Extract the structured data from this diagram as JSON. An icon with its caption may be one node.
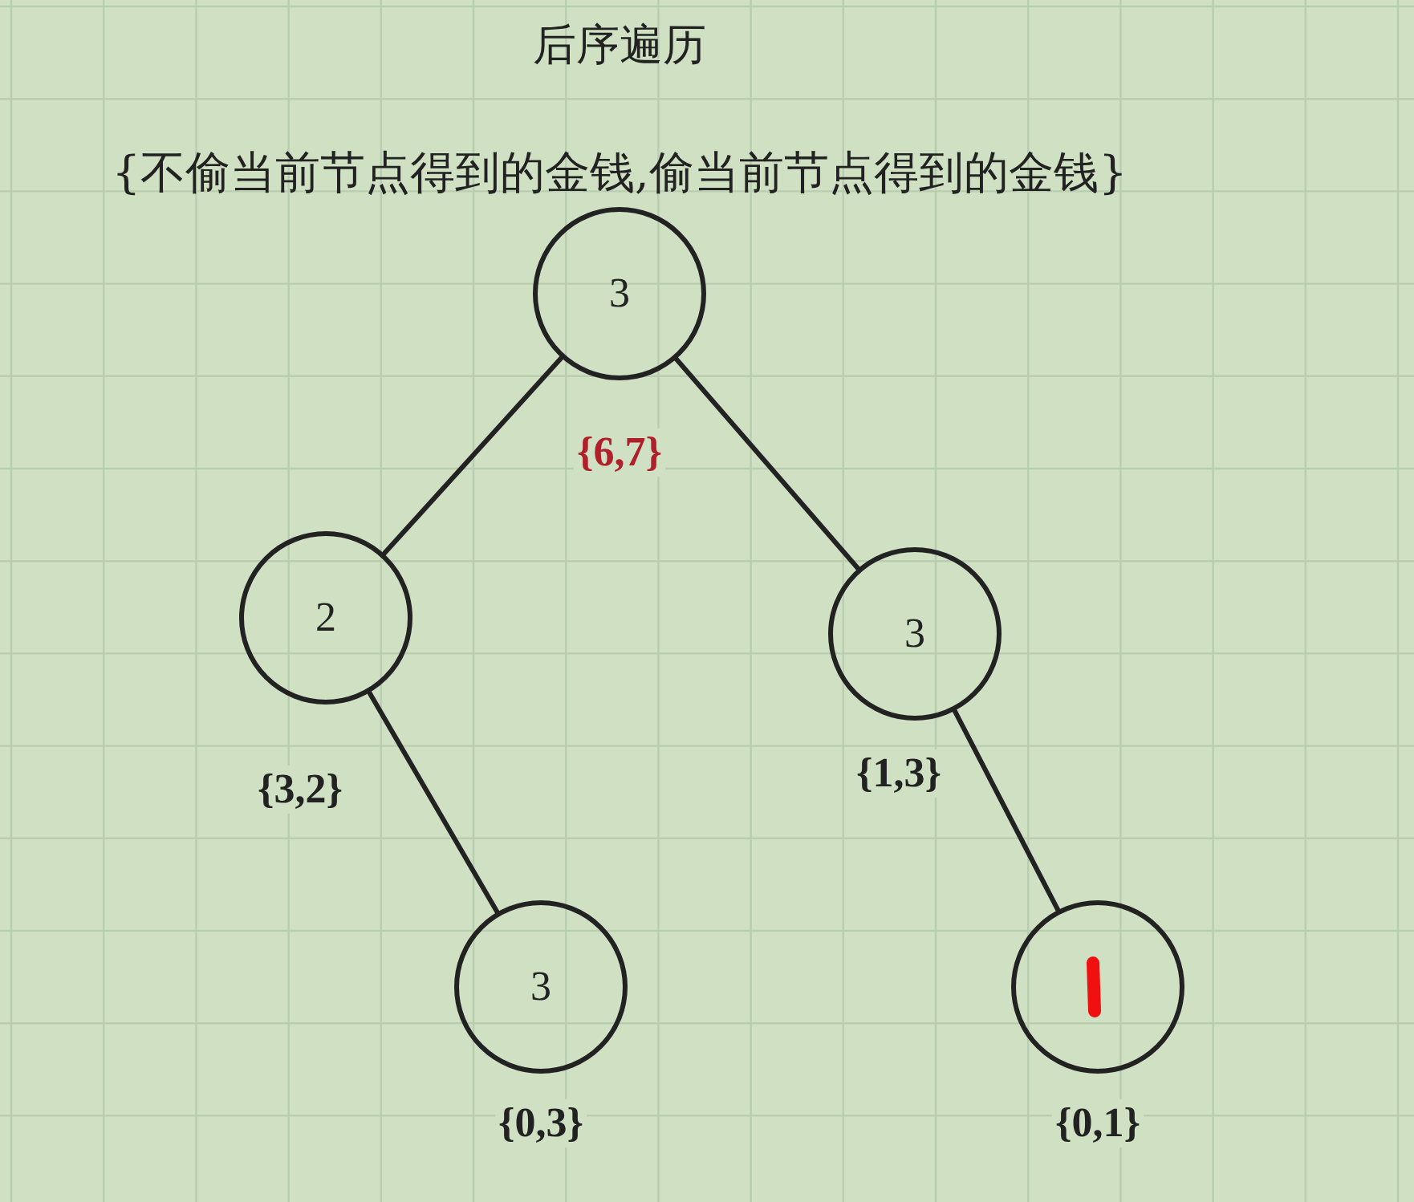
{
  "diagram": {
    "title": "后序遍历",
    "nodes": [
      {
        "text": [
          "3"
        ],
        "beside": [
          "{6,7}"
        ]
      },
      {
        "text": [
          "2"
        ],
        "beside": [
          "{3,2}"
        ]
      },
      {
        "text": [
          "3"
        ],
        "beside": [
          "{1,3}"
        ]
      },
      {
        "text": [
          "3"
        ],
        "beside": [
          "{0,3}"
        ]
      },
      {
        "text": [],
        "shape": "circle",
        "beside": [
          "{0,1}"
        ]
      }
    ],
    "edges": [
      {
        "from": 0,
        "to": 1,
        "arrow": "none"
      },
      {
        "from": 0,
        "to": 2,
        "arrow": "none"
      },
      {
        "from": 1,
        "to": 3,
        "arrow": "none"
      },
      {
        "from": 2,
        "to": 4,
        "arrow": "none"
      }
    ],
    "labels": [
      "{不偷当前节点得到的金钱,偷当前节点得到的金钱}"
    ]
  }
}
